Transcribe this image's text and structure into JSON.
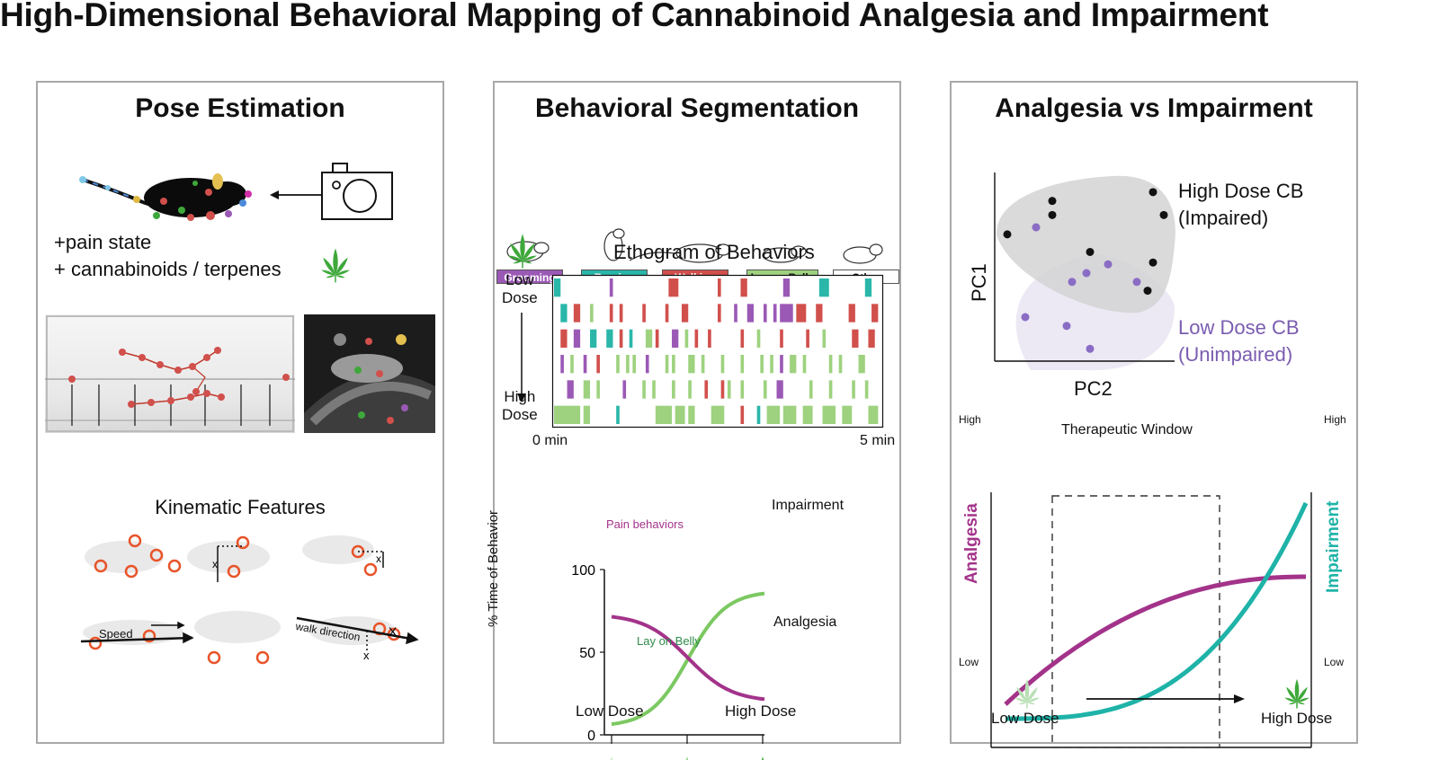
{
  "title": "High-Dimensional Behavioral Mapping of Cannabinoid Analgesia and Impairment",
  "colors": {
    "purple": "#9b59b6",
    "teal": "#2ab7aa",
    "red": "#d1504c",
    "green": "#9ed27f",
    "magenta": "#a3338a",
    "cyan": "#1fb3a8",
    "leaf": "#3ea83a",
    "pc_purple": "#7a5cb0"
  },
  "panel1": {
    "title": "Pose Estimation",
    "caption_line1": "+pain state",
    "caption_line2": "+ cannabinoids / terpenes",
    "icons": {
      "camera": "camera-icon",
      "leaf": "cannabis-leaf-icon"
    },
    "kinematic_title": "Kinematic Features",
    "speed_label": "Speed",
    "walk_direction_label": "walk direction"
  },
  "panel2": {
    "title": "Behavioral Segmentation",
    "behaviors": [
      "Grooming",
      "Rearing",
      "Walking",
      "Lay on Belly",
      "Other"
    ],
    "ethogram_title": "Ethogram of Behaviors",
    "dose_low": "Low\nDose",
    "dose_high": "High\nDose",
    "time_start": "0 min",
    "time_end": "5 min",
    "ethogram_rows": [
      [
        [
          0.0,
          0.02,
          "teal"
        ],
        [
          0.17,
          0.18,
          "purple"
        ],
        [
          0.35,
          0.38,
          "red"
        ],
        [
          0.5,
          0.51,
          "red"
        ],
        [
          0.57,
          0.59,
          "red"
        ],
        [
          0.7,
          0.72,
          "purple"
        ],
        [
          0.81,
          0.84,
          "teal"
        ],
        [
          0.95,
          0.97,
          "teal"
        ]
      ],
      [
        [
          0.02,
          0.04,
          "teal"
        ],
        [
          0.06,
          0.08,
          "red"
        ],
        [
          0.11,
          0.12,
          "green"
        ],
        [
          0.17,
          0.18,
          "red"
        ],
        [
          0.2,
          0.21,
          "red"
        ],
        [
          0.27,
          0.28,
          "red"
        ],
        [
          0.34,
          0.35,
          "red"
        ],
        [
          0.39,
          0.41,
          "red"
        ],
        [
          0.5,
          0.51,
          "red"
        ],
        [
          0.55,
          0.56,
          "purple"
        ],
        [
          0.59,
          0.61,
          "purple"
        ],
        [
          0.64,
          0.65,
          "purple"
        ],
        [
          0.67,
          0.68,
          "purple"
        ],
        [
          0.69,
          0.73,
          "purple"
        ],
        [
          0.74,
          0.77,
          "red"
        ],
        [
          0.8,
          0.82,
          "red"
        ],
        [
          0.9,
          0.92,
          "red"
        ],
        [
          0.97,
          0.99,
          "red"
        ]
      ],
      [
        [
          0.02,
          0.04,
          "red"
        ],
        [
          0.06,
          0.08,
          "purple"
        ],
        [
          0.11,
          0.13,
          "teal"
        ],
        [
          0.16,
          0.18,
          "teal"
        ],
        [
          0.2,
          0.21,
          "red"
        ],
        [
          0.23,
          0.24,
          "teal"
        ],
        [
          0.28,
          0.3,
          "green"
        ],
        [
          0.31,
          0.32,
          "red"
        ],
        [
          0.36,
          0.38,
          "purple"
        ],
        [
          0.4,
          0.41,
          "green"
        ],
        [
          0.43,
          0.44,
          "red"
        ],
        [
          0.47,
          0.48,
          "red"
        ],
        [
          0.57,
          0.58,
          "red"
        ],
        [
          0.62,
          0.63,
          "green"
        ],
        [
          0.69,
          0.7,
          "red"
        ],
        [
          0.77,
          0.78,
          "red"
        ],
        [
          0.82,
          0.83,
          "green"
        ],
        [
          0.91,
          0.93,
          "red"
        ],
        [
          0.96,
          0.98,
          "red"
        ]
      ],
      [
        [
          0.02,
          0.03,
          "purple"
        ],
        [
          0.05,
          0.06,
          "green"
        ],
        [
          0.09,
          0.1,
          "purple"
        ],
        [
          0.13,
          0.14,
          "red"
        ],
        [
          0.19,
          0.2,
          "green"
        ],
        [
          0.22,
          0.23,
          "green"
        ],
        [
          0.24,
          0.25,
          "green"
        ],
        [
          0.28,
          0.29,
          "purple"
        ],
        [
          0.34,
          0.35,
          "green"
        ],
        [
          0.36,
          0.37,
          "green"
        ],
        [
          0.41,
          0.43,
          "green"
        ],
        [
          0.45,
          0.46,
          "green"
        ],
        [
          0.51,
          0.52,
          "green"
        ],
        [
          0.57,
          0.58,
          "green"
        ],
        [
          0.63,
          0.64,
          "green"
        ],
        [
          0.66,
          0.67,
          "green"
        ],
        [
          0.69,
          0.7,
          "purple"
        ],
        [
          0.72,
          0.74,
          "green"
        ],
        [
          0.76,
          0.77,
          "green"
        ],
        [
          0.84,
          0.85,
          "green"
        ],
        [
          0.87,
          0.88,
          "green"
        ],
        [
          0.93,
          0.95,
          "green"
        ]
      ],
      [
        [
          0.04,
          0.06,
          "purple"
        ],
        [
          0.09,
          0.11,
          "green"
        ],
        [
          0.13,
          0.14,
          "green"
        ],
        [
          0.21,
          0.22,
          "purple"
        ],
        [
          0.27,
          0.28,
          "green"
        ],
        [
          0.3,
          0.31,
          "green"
        ],
        [
          0.36,
          0.37,
          "green"
        ],
        [
          0.41,
          0.42,
          "green"
        ],
        [
          0.46,
          0.47,
          "red"
        ],
        [
          0.51,
          0.52,
          "red"
        ],
        [
          0.53,
          0.54,
          "green"
        ],
        [
          0.57,
          0.58,
          "green"
        ],
        [
          0.64,
          0.65,
          "green"
        ],
        [
          0.68,
          0.7,
          "purple"
        ],
        [
          0.78,
          0.79,
          "green"
        ],
        [
          0.84,
          0.85,
          "green"
        ],
        [
          0.91,
          0.92,
          "green"
        ],
        [
          0.95,
          0.96,
          "green"
        ]
      ],
      [
        [
          0.0,
          0.08,
          "green"
        ],
        [
          0.09,
          0.11,
          "green"
        ],
        [
          0.19,
          0.2,
          "teal"
        ],
        [
          0.31,
          0.36,
          "green"
        ],
        [
          0.37,
          0.4,
          "green"
        ],
        [
          0.41,
          0.43,
          "green"
        ],
        [
          0.48,
          0.52,
          "green"
        ],
        [
          0.57,
          0.58,
          "red"
        ],
        [
          0.62,
          0.63,
          "teal"
        ],
        [
          0.65,
          0.69,
          "green"
        ],
        [
          0.7,
          0.74,
          "green"
        ],
        [
          0.76,
          0.79,
          "green"
        ],
        [
          0.82,
          0.86,
          "green"
        ],
        [
          0.88,
          0.91,
          "green"
        ],
        [
          0.96,
          0.99,
          "green"
        ]
      ]
    ],
    "sigmoid": {
      "y_label": "% Time of Behavior",
      "y_ticks": [
        "100",
        "50",
        "0"
      ],
      "x_labels": [
        "Low Dose",
        "High Dose"
      ],
      "impairment_label": "Impairment",
      "pain_label": "Pain behaviors",
      "analgesia_label": "Analgesia",
      "lay_label": "Lay on Belly"
    }
  },
  "panel3": {
    "title": "Analgesia vs Impairment",
    "pca": {
      "x_label": "PC2",
      "y_label": "PC1",
      "high_label_1": "High Dose CB",
      "high_label_2": "(Impaired)",
      "low_label_1": "Low Dose CB",
      "low_label_2": "(Unimpaired)",
      "high_points": [
        [
          0.07,
          0.72
        ],
        [
          0.32,
          0.91
        ],
        [
          0.32,
          0.83
        ],
        [
          0.53,
          0.62
        ],
        [
          0.88,
          0.96
        ],
        [
          0.94,
          0.83
        ],
        [
          0.88,
          0.56
        ],
        [
          0.85,
          0.4
        ]
      ],
      "low_points": [
        [
          0.23,
          0.76
        ],
        [
          0.43,
          0.45
        ],
        [
          0.51,
          0.5
        ],
        [
          0.63,
          0.55
        ],
        [
          0.79,
          0.45
        ],
        [
          0.17,
          0.25
        ],
        [
          0.4,
          0.2
        ],
        [
          0.53,
          0.07
        ]
      ]
    },
    "window": {
      "title": "Therapeutic Window",
      "left_axis": "Analgesia",
      "right_axis": "Impairment",
      "high": "High",
      "low": "Low",
      "dose_low": "Low Dose",
      "dose_high": "High Dose"
    }
  }
}
